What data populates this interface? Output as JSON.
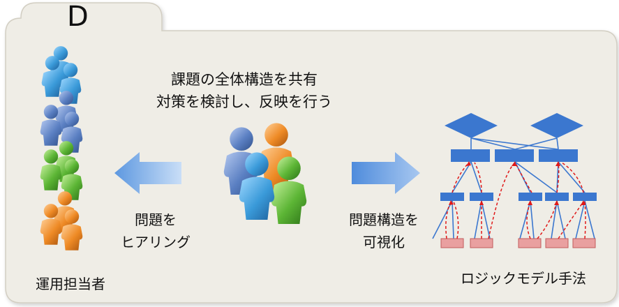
{
  "panel_letter": "D",
  "center_caption": {
    "line1": "課題の全体構造を共有",
    "line2": "対策を検討し、反映を行う"
  },
  "left_arrow_caption": {
    "line1": "問題を",
    "line2": "ヒアリング"
  },
  "right_arrow_caption": {
    "line1": "問題構造を",
    "line2": "可視化"
  },
  "left_group_label": "運用担当者",
  "right_diagram_label": "ロジックモデル手法",
  "colors": {
    "panel_fill": "#efede6",
    "panel_border": "#d2cec2",
    "person_blue": "#3a9ad9",
    "person_steel": "#5a7fc2",
    "person_green": "#5cb535",
    "person_orange": "#ee8a25",
    "arrow_blue": "#6fa8e6",
    "diagram_blue": "#3b77cf",
    "diagram_pink": "#e9a0a0",
    "dashed_red": "#e01818"
  }
}
